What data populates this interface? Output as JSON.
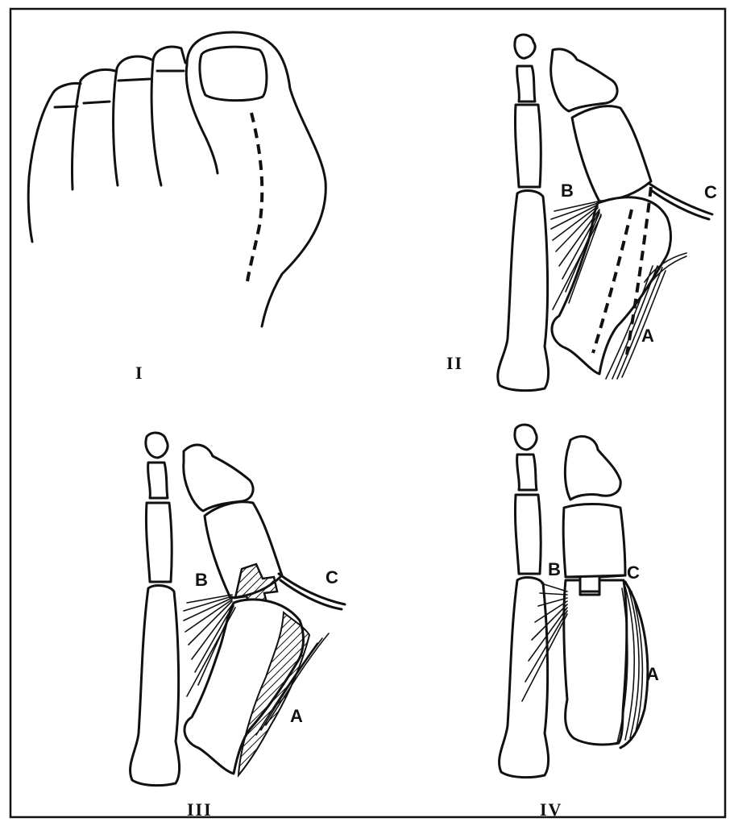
{
  "panels": [
    {
      "numeral": "I"
    },
    {
      "numeral": "II",
      "labels": {
        "a": "A",
        "b": "B",
        "c": "C"
      }
    },
    {
      "numeral": "III",
      "labels": {
        "a": "A",
        "b": "B",
        "c": "C"
      }
    },
    {
      "numeral": "IV",
      "labels": {
        "a": "A",
        "b": "B",
        "c": "C"
      }
    }
  ],
  "style": {
    "ink": "#111111",
    "paper": "#ffffff"
  }
}
